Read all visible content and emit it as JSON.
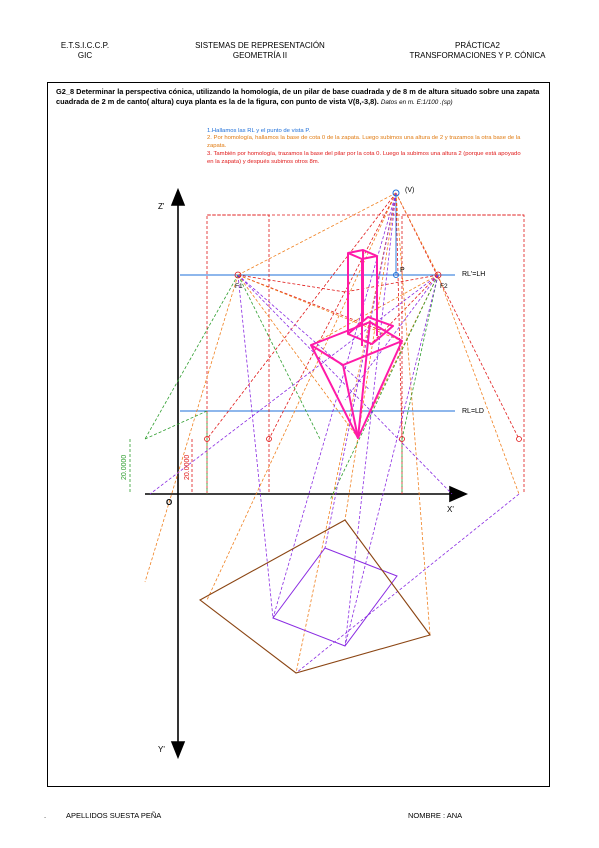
{
  "header": {
    "school": "E.T.S.I.C.C.P.",
    "school_sub": "GIC",
    "subject": "SISTEMAS DE REPRESENTACIÓN",
    "subject_sub": "GEOMETRÍA II",
    "practice": "PRÁCTICA2",
    "practice_sub": "TRANSFORMACIONES Y P. CÓNICA"
  },
  "task": {
    "statement": "G2_8 Determinar la perspectiva cónica, utilizando la homología,  de un pilar  de base cuadrada  y de 8 m de altura situado sobre una zapata cuadrada de 2 m de canto( altura) cuya planta es la de la figura, con punto de vista V(8,-3,8).",
    "note": "Datos en m. E:1/100 .(sp)"
  },
  "steps": [
    {
      "text": "1.Hallamos las RL y el punto de vista P.",
      "color": "#1e6fd9"
    },
    {
      "text": "2. Por homología, hallamos la base de cota 0 de la zapata. Luego subimos una altura de 2 y trazamos la otra base de la zapata.",
      "color": "#e07a10"
    },
    {
      "text": "",
      "color": "#2e9e2e"
    },
    {
      "text": "3. También por homología, trazamos la base del pilar por la cota 0. Luego la subimos una altura 2 (porque está apoyado en la zapata) y después subimos otros 8m.",
      "color": "#e01818"
    }
  ],
  "labels": {
    "z_axis": "Z'",
    "y_axis": "Y'",
    "x_axis": "X'",
    "origin": "O",
    "viewpoint": "(V)",
    "p_point": "P",
    "f1": "F1",
    "f2": "F2",
    "rl_upper": "RL'=LH",
    "rl_lower": "RL=LD",
    "dim_green": "20.0000",
    "dim_red": "20.0000"
  },
  "colors": {
    "blue": "#1e6fd9",
    "orange": "#f08020",
    "green": "#2e9e2e",
    "red": "#e01818",
    "purple": "#8a2be2",
    "magenta": "#ff1aa8",
    "brown": "#8b4513"
  },
  "footer": {
    "surname_label": "APELLIDOS SUESTA PEÑA",
    "name_label": "NOMBRE :  ANA"
  }
}
